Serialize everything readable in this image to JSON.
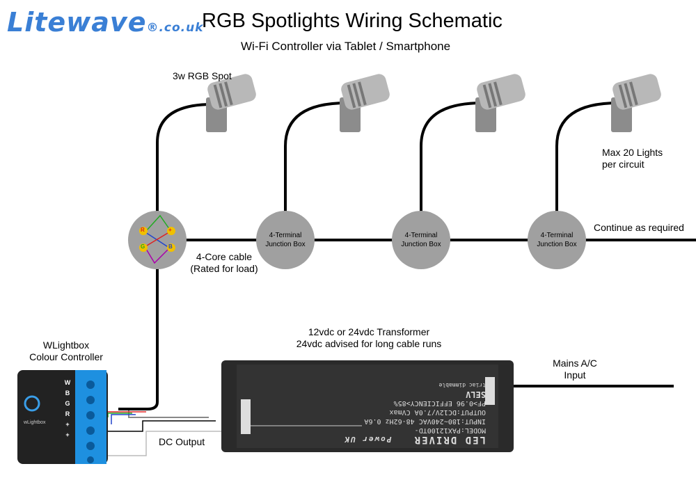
{
  "header": {
    "logo_main": "Litewave",
    "logo_suffix": "®.co.uk",
    "title": "RGB Spotlights Wiring Schematic",
    "subtitle": "Wi-Fi Controller via Tablet / Smartphone"
  },
  "labels": {
    "spot": "3w RGB Spot",
    "max_lights_line1": "Max 20 Lights",
    "max_lights_line2": "per circuit",
    "continue": "Continue as required",
    "cable_line1": "4-Core cable",
    "cable_line2": "(Rated for load)",
    "transformer_line1": "12vdc or 24vdc Transformer",
    "transformer_line2": "24vdc advised for long cable runs",
    "mains_line1": "Mains A/C",
    "mains_line2": "Input",
    "controller_line1": "WLightbox",
    "controller_line2": "Colour Controller",
    "dc_output": "DC Output"
  },
  "junction_boxes": [
    {
      "line1": "4-Terminal",
      "line2": "Junction Box"
    },
    {
      "line1": "4-Terminal",
      "line2": "Junction Box"
    },
    {
      "line1": "4-Terminal",
      "line2": "Junction Box"
    }
  ],
  "hub_terminals": [
    "R",
    "+",
    "G",
    "B"
  ],
  "controller": {
    "terminals": [
      "+",
      "+",
      "R",
      "G",
      "B",
      "W"
    ],
    "brand": "wLightbox"
  },
  "driver": {
    "title": "LED DRIVER",
    "brand": "Power UK",
    "model": "MODEL:PAX12100TD-",
    "input": "INPUT:180~240VAC 48-62Hz 0.6A",
    "output": "OUTPUT:DC12V/7.0A CVmax",
    "efficiency": "PF>0.96 EFFICIENCY>85%",
    "dimmable": "triac dimmable",
    "marks": "SELV"
  },
  "colors": {
    "logo": "#3a7fd5",
    "junction": "#a0a0a0",
    "cable": "#000000",
    "terminal_blue": "#1e90e0",
    "driver_body": "#2a2a2a"
  }
}
